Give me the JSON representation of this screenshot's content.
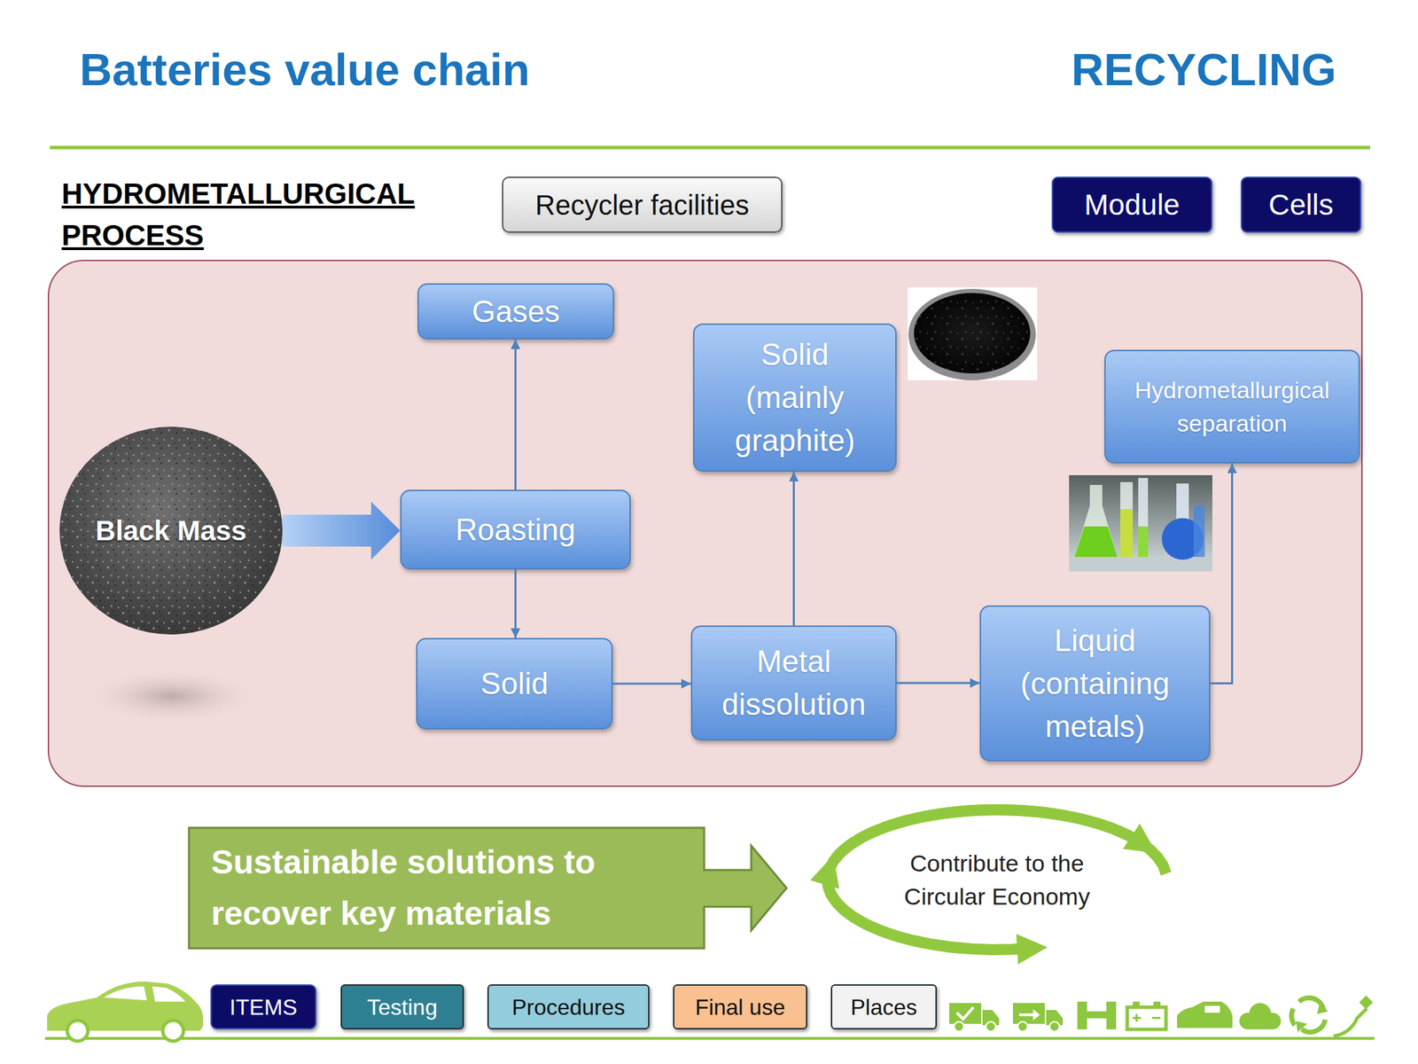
{
  "diagram": {
    "title": "Batteries value chain",
    "nodes": [
      {
        "text": [
          "HYDROMETALLURGICAL PROCESS"
        ]
      },
      {
        "text": [
          "Recycler facilities"
        ]
      },
      {
        "text": [
          "Module"
        ]
      },
      {
        "text": [
          "Cells"
        ]
      },
      {
        "text": [
          "Gases"
        ],
        "in": 0
      },
      {
        "text": [
          "Solid (mainly graphite)"
        ],
        "in": 0
      },
      {
        "text": [
          "Hydrometallurgical separation"
        ],
        "in": 0
      },
      {
        "text": [
          "Black Mass"
        ],
        "in": 0
      },
      {
        "text": [
          "Roasting"
        ],
        "in": 0
      },
      {
        "text": [
          "Solid"
        ],
        "in": 0
      },
      {
        "text": [
          "Metal dissolution"
        ],
        "in": 0
      },
      {
        "text": [
          "Liquid (containing metals)"
        ],
        "in": 0
      },
      {
        "text": [
          "Sustainable solutions to recover key materials"
        ]
      },
      {
        "text": [
          "Contribute to the Circular Economy"
        ]
      },
      {
        "text": [
          "ITEMS"
        ]
      },
      {
        "text": [
          "Testing"
        ]
      },
      {
        "text": [
          "Procedures"
        ]
      },
      {
        "text": [
          "Final use"
        ]
      },
      {
        "text": [
          "Places"
        ]
      }
    ],
    "edges": [
      {
        "from": 7,
        "to": 8,
        "arrow": "to"
      },
      {
        "from": 8,
        "to": 4,
        "arrow": "to"
      },
      {
        "from": 8,
        "to": 9,
        "arrow": "to"
      },
      {
        "from": 9,
        "to": 10,
        "arrow": "to"
      },
      {
        "from": 10,
        "to": 5,
        "arrow": "to"
      },
      {
        "from": 10,
        "to": 11,
        "arrow": "to"
      },
      {
        "from": 11,
        "to": 6,
        "arrow": "to"
      }
    ],
    "labels": [
      "RECYCLING"
    ]
  }
}
